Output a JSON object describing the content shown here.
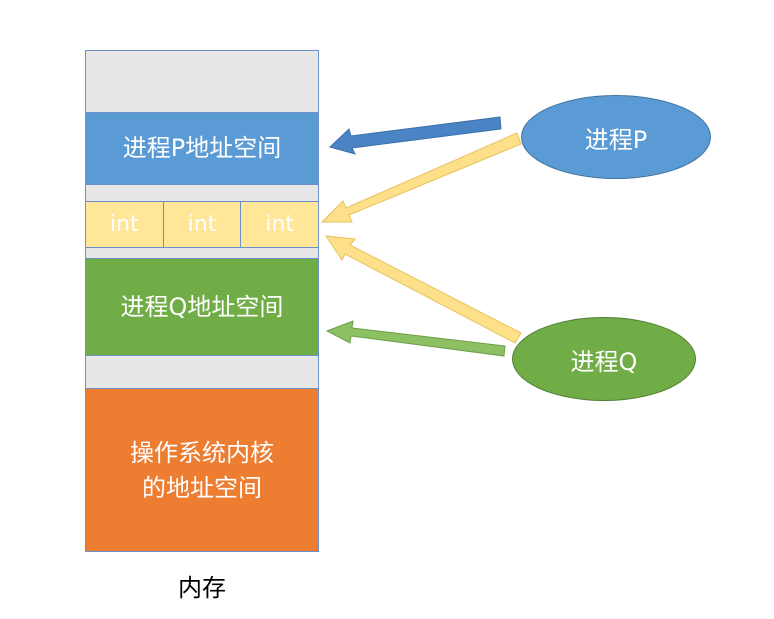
{
  "memory": {
    "caption": "内存",
    "process_p_space": "进程P地址空间",
    "process_q_space": "进程Q地址空间",
    "kernel_space_line1": "操作系统内核",
    "kernel_space_line2": "的地址空间",
    "shared_cells": [
      "int",
      "int",
      "int"
    ]
  },
  "processes": {
    "p": "进程P",
    "q": "进程Q"
  },
  "colors": {
    "blue": "#5b9bd5",
    "green": "#70ad47",
    "orange": "#ed7d31",
    "yellow": "#ffe699",
    "gray": "#e7e7e7"
  }
}
